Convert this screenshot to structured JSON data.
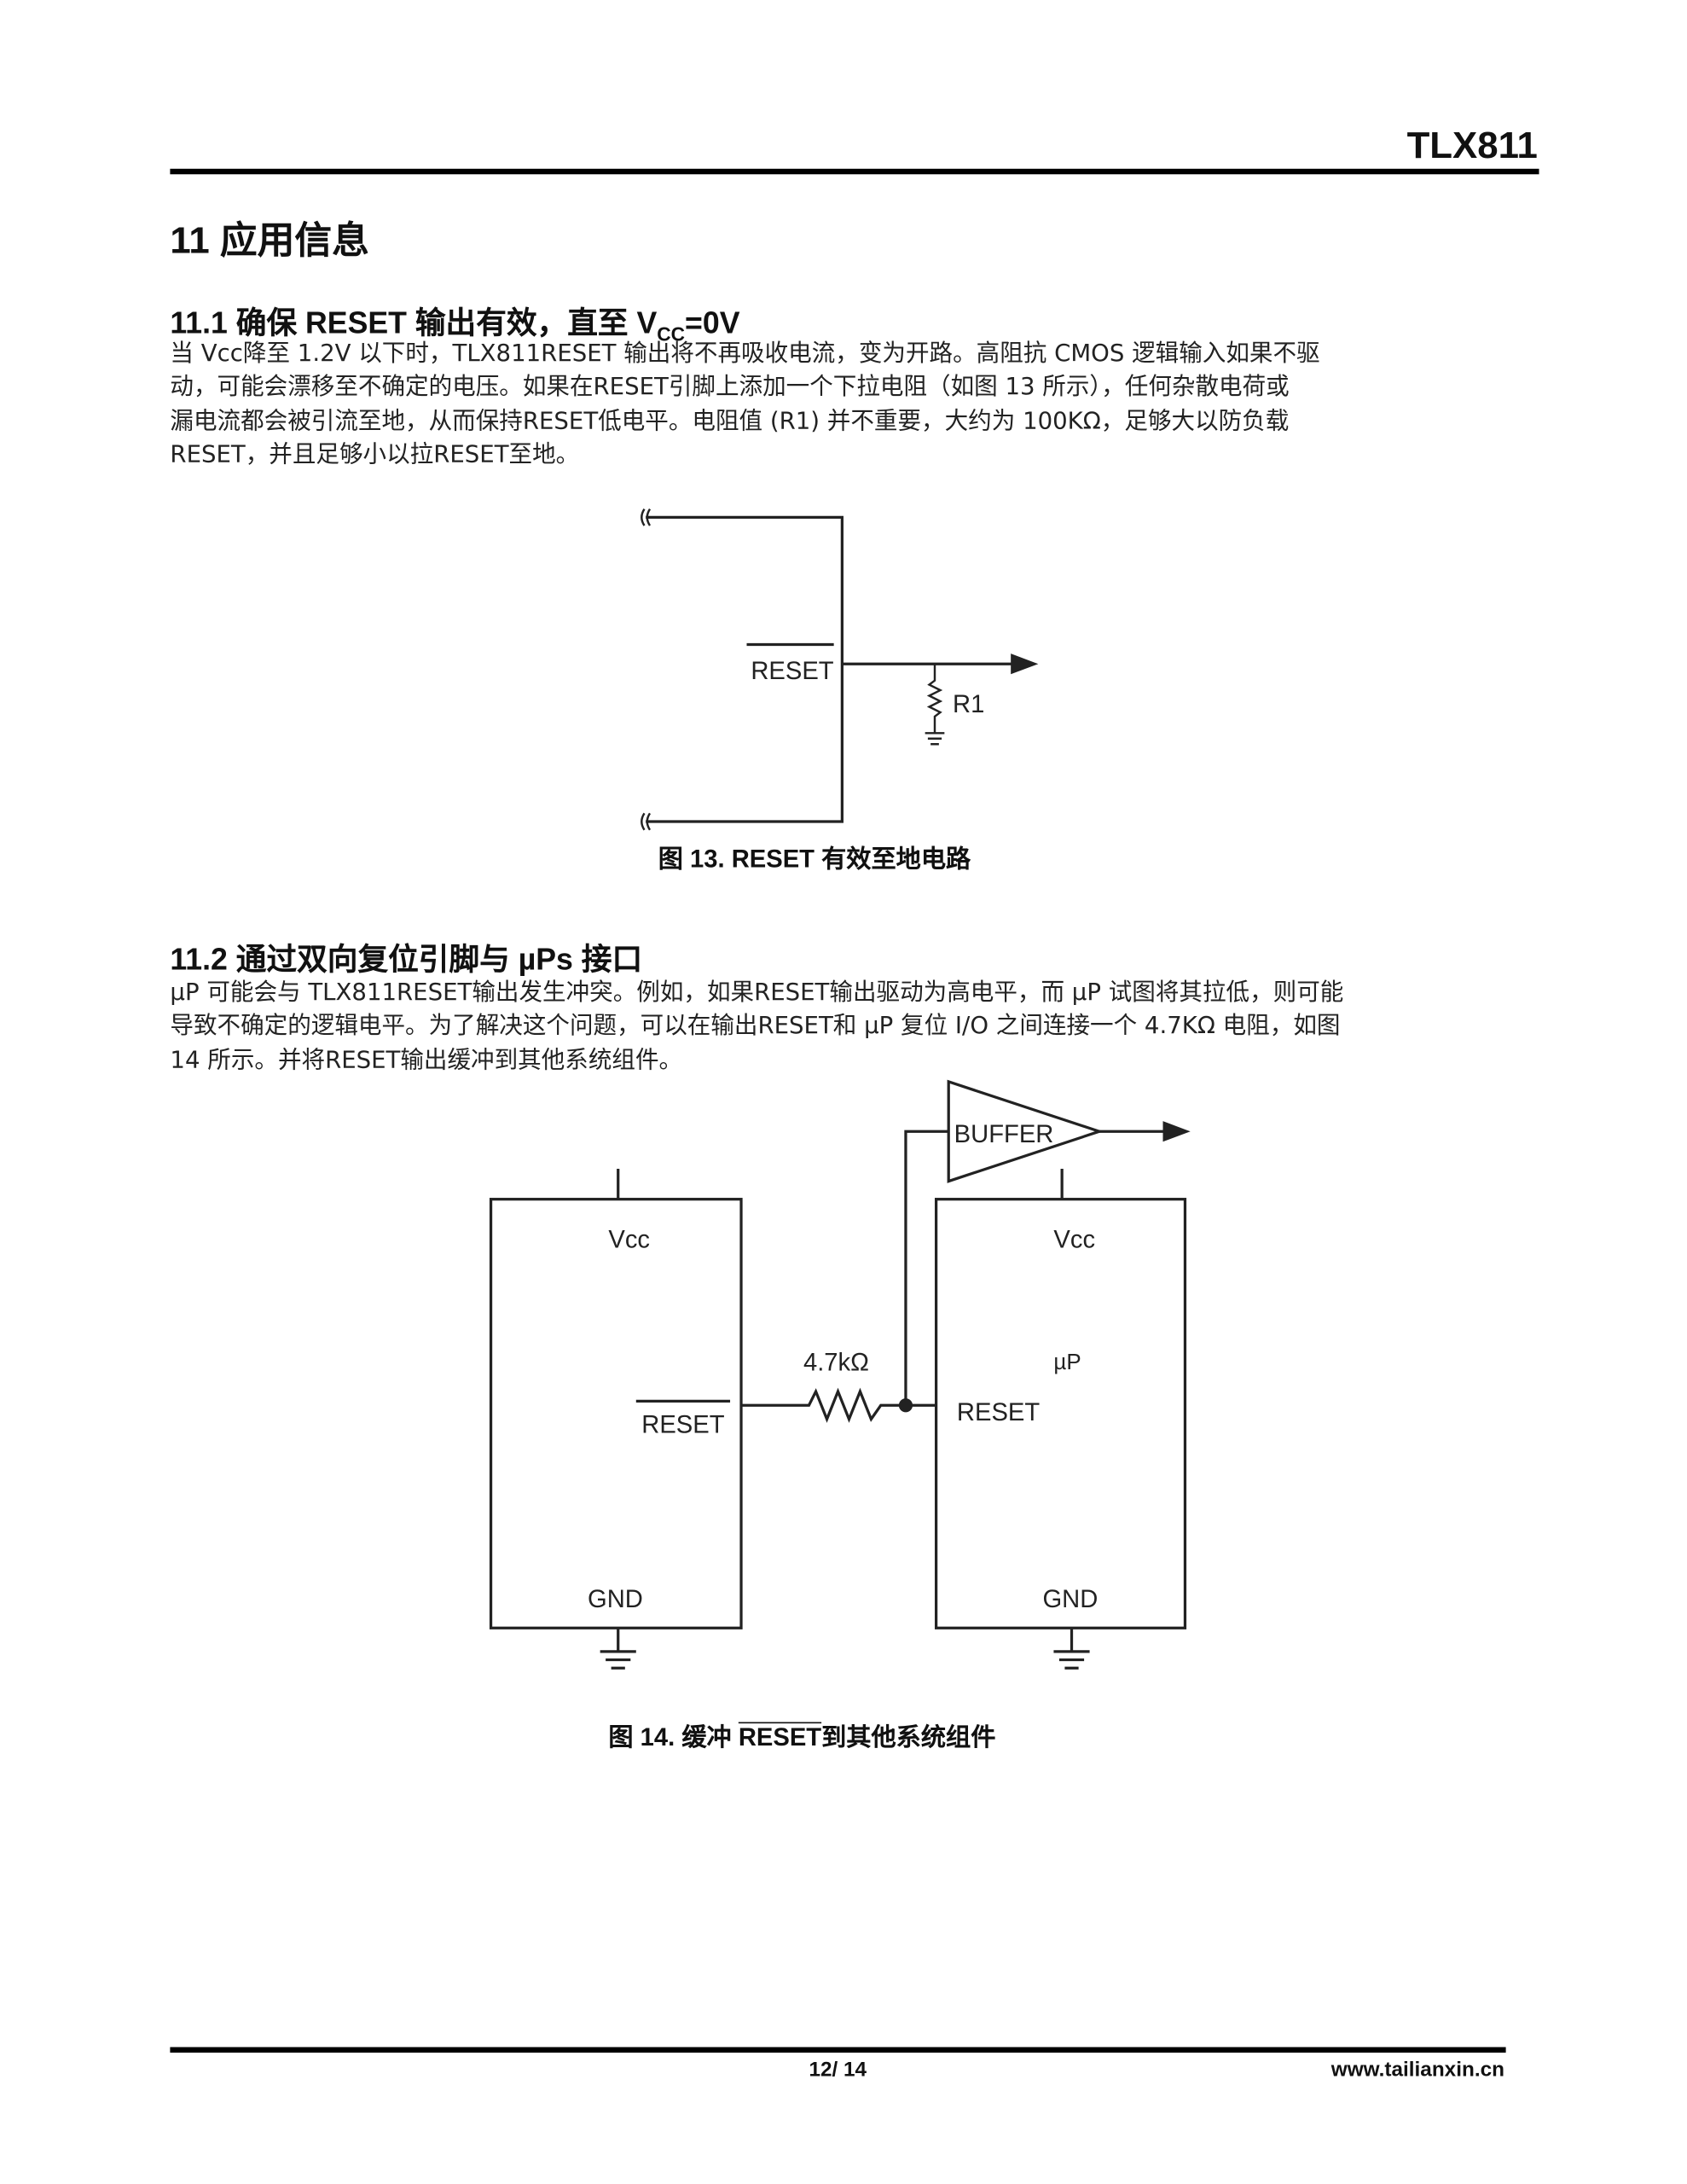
{
  "header": {
    "title": "TLX811"
  },
  "section": {
    "title": "11 应用信息"
  },
  "s1": {
    "title": "11.1 确保  RESET  输出有效，直至 V",
    "title_sub": "CC",
    "title_end": "=0V",
    "lines": [
      "当 Vcc降至 1.2V 以下时，TLX811RESET 输出将不再吸收电流，变为开路。高阻抗 CMOS 逻辑输入如果不驱",
      "动，可能会漂移至不确定的电压。如果在RESET引脚上添加一个下拉电阻（如图 13 所示），任何杂散电荷或",
      "漏电流都会被引流至地，从而保持RESET低电平。电阻值 (R1) 并不重要，大约为 100KΩ，足够大以防负载",
      "RESET，并且足够小以拉RESET至地。"
    ],
    "figure": {
      "reset_label": "RESET",
      "r_label": "R1",
      "caption": "图  13. RESET  有效至地电路"
    }
  },
  "s2": {
    "title": "11.2 通过双向复位引脚与 µPs 接口",
    "lines": [
      "µP 可能会与 TLX811RESET输出发生冲突。例如，如果RESET输出驱动为高电平，而 µP 试图将其拉低，则可能",
      "导致不确定的逻辑电平。为了解决这个问题，可以在输出RESET和 µP 复位 I/O 之间连接一个 4.7KΩ 电阻，如图",
      "14 所示。并将RESET输出缓冲到其他系统组件。"
    ],
    "figure": {
      "left": {
        "vcc": "Vcc",
        "reset": "RESET",
        "gnd": "GND"
      },
      "right": {
        "vcc": "Vcc",
        "up": "µP",
        "reset": "RESET",
        "gnd": "GND"
      },
      "resistor": "4.7kΩ",
      "buffer": "BUFFER",
      "caption_pre": "图  14.  缓冲  ",
      "caption_over": "RESET",
      "caption_post": "到其他系统组件"
    }
  },
  "footer": {
    "page": "12/ 14",
    "url": "www.tailianxin.cn"
  }
}
